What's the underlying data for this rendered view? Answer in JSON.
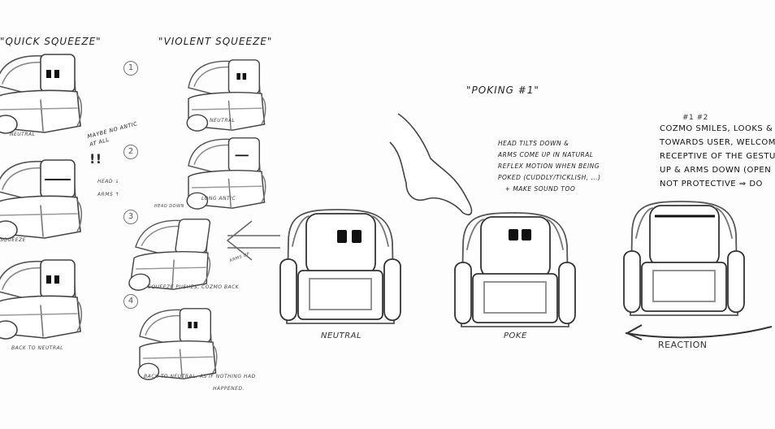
{
  "quick_squeeze": {
    "title": "\"QUICK SQUEEZE\"",
    "label_neutral": "NEUTRAL",
    "note_antic": "MAYBE NO ANTIC\nAT ALL",
    "exclaim": "!!",
    "head": "HEAD ↓",
    "arms": "ARMS ↑",
    "label_squeeze": "SQUEEZE",
    "label_back": "BACK TO NEUTRAL"
  },
  "violent_squeeze": {
    "title": "\"VIOLENT SQUEEZE\"",
    "steps": [
      "1",
      "2",
      "3",
      "4"
    ],
    "label_neutral": "NEUTRAL",
    "label_long_antic": "LONG ANTIC",
    "label_head_down": "HEAD DOWN",
    "label_arms_up": "ARMS UP",
    "label_squeeze": "SQUEEZE PUSHES, COZMO BACK",
    "label_back": "BACK TO NEUTRAL, AS IF NOTHING HAD",
    "label_back_2": "HAPPENED."
  },
  "poking": {
    "title": "\"POKING #1\"",
    "note": "HEAD TILTS DOWN &\nARMS COME UP IN NATURAL\nREFLEX MOTION WHEN BEING\nPOKED (CUDDLY/TICKLISH, ...)\n   + MAKE SOUND TOO",
    "reaction_marks": "#1          #2",
    "reaction_note": "COZMO SMILES, LOOKS &\nTOWARDS USER, WELCOM\nRECEPTIVE OF THE GESTURE\nUP & ARMS DOWN (OPEN\nNOT PROTECTIVE ⇒ DO",
    "label_neutral": "NEUTRAL",
    "label_poke": "POKE",
    "label_reaction": "REACTION"
  }
}
